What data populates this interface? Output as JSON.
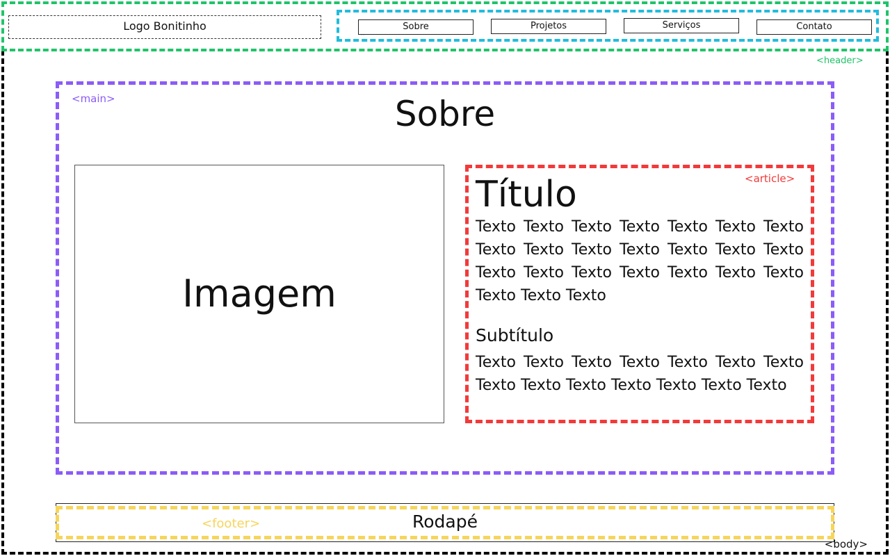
{
  "header": {
    "tag": "<header>",
    "logo": "Logo Bonitinho",
    "nav_tag": "<>",
    "nav": [
      "Sobre",
      "Projetos",
      "Serviços",
      "Contato"
    ]
  },
  "main": {
    "tag": "<main>",
    "title": "Sobre",
    "image_label": "Imagem"
  },
  "article": {
    "tag": "<article>",
    "title": "Título",
    "body1": "Texto Texto Texto Texto Texto Texto Texto Texto Texto Texto Texto Texto Texto Texto Texto Texto Texto Texto Texto Texto Texto Texto Texto Texto",
    "subtitle": "Subtítulo",
    "body2": "Texto Texto Texto Texto Texto Texto Texto Texto Texto Texto Texto Texto Texto Texto"
  },
  "footer": {
    "tag": "<footer>",
    "text": "Rodapé"
  },
  "body_tag": "<body>",
  "colors": {
    "header": "#21c36a",
    "nav": "#22bcdc",
    "main": "#8b5cf6",
    "article": "#f23a3a",
    "footer": "#f6d55c",
    "body": "#000000"
  }
}
